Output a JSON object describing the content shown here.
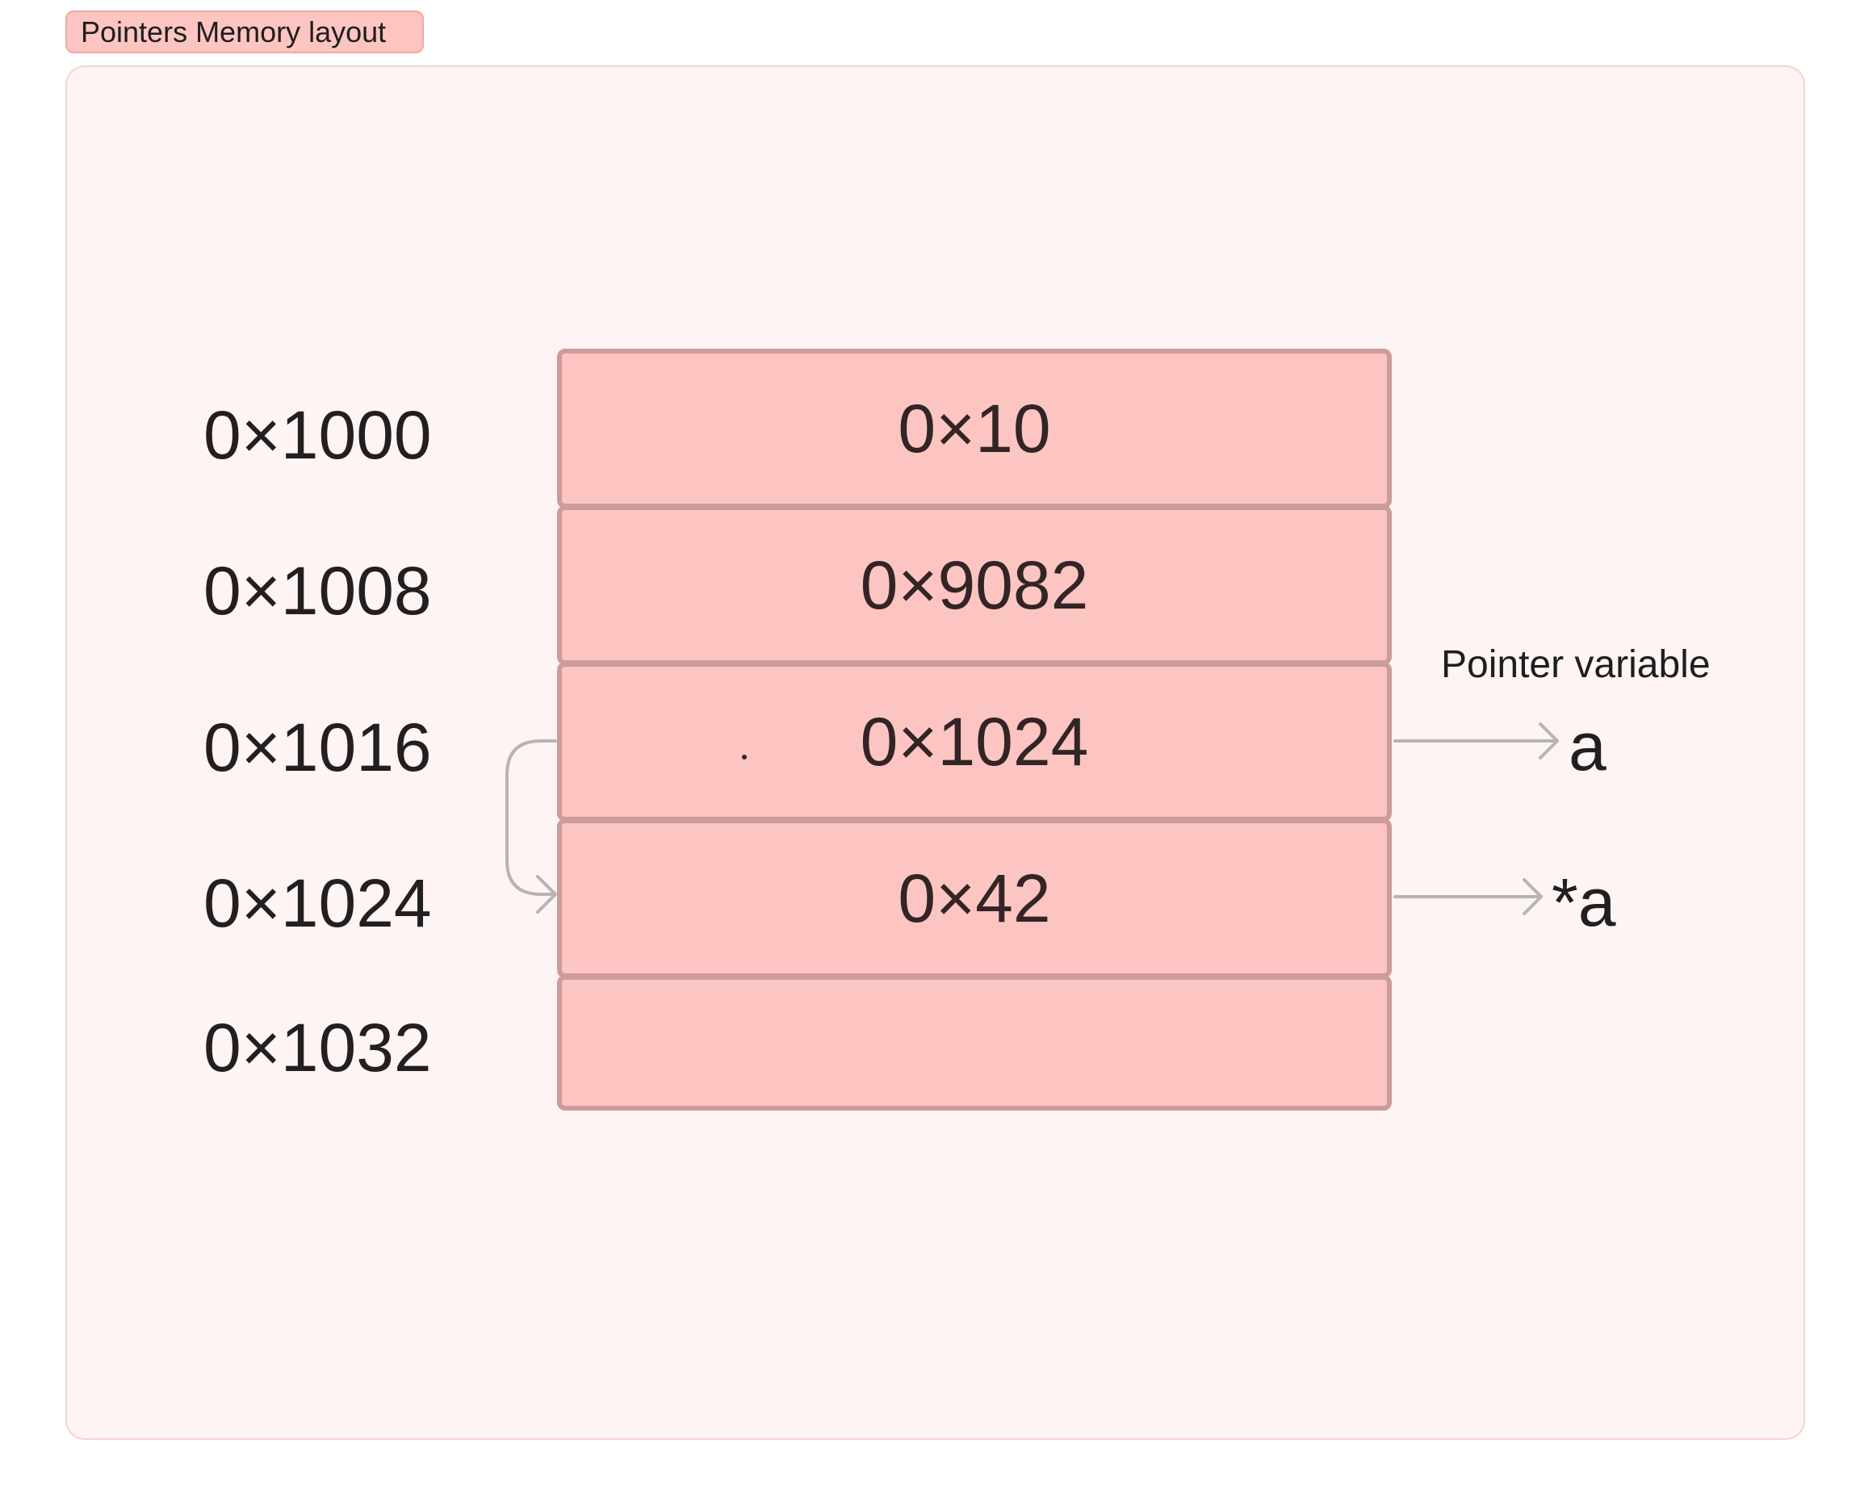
{
  "frame": {
    "title": "Pointers Memory layout"
  },
  "memory": {
    "rows": [
      {
        "address": "0×1000",
        "value": "0×10"
      },
      {
        "address": "0×1008",
        "value": "0×9082"
      },
      {
        "address": "0×1016",
        "value": "0×1024"
      },
      {
        "address": "0×1024",
        "value": "0×42"
      },
      {
        "address": "0×1032",
        "value": ""
      }
    ]
  },
  "annotations": {
    "pointer_label": "Pointer variable",
    "pointer_name": "a",
    "dereference_name": "*a"
  },
  "colors": {
    "cell_fill": "#fcc5c1",
    "cell_border": "#cd9b9b",
    "frame_background": "#fdf4f3",
    "arrow": "#b5b5b5"
  }
}
